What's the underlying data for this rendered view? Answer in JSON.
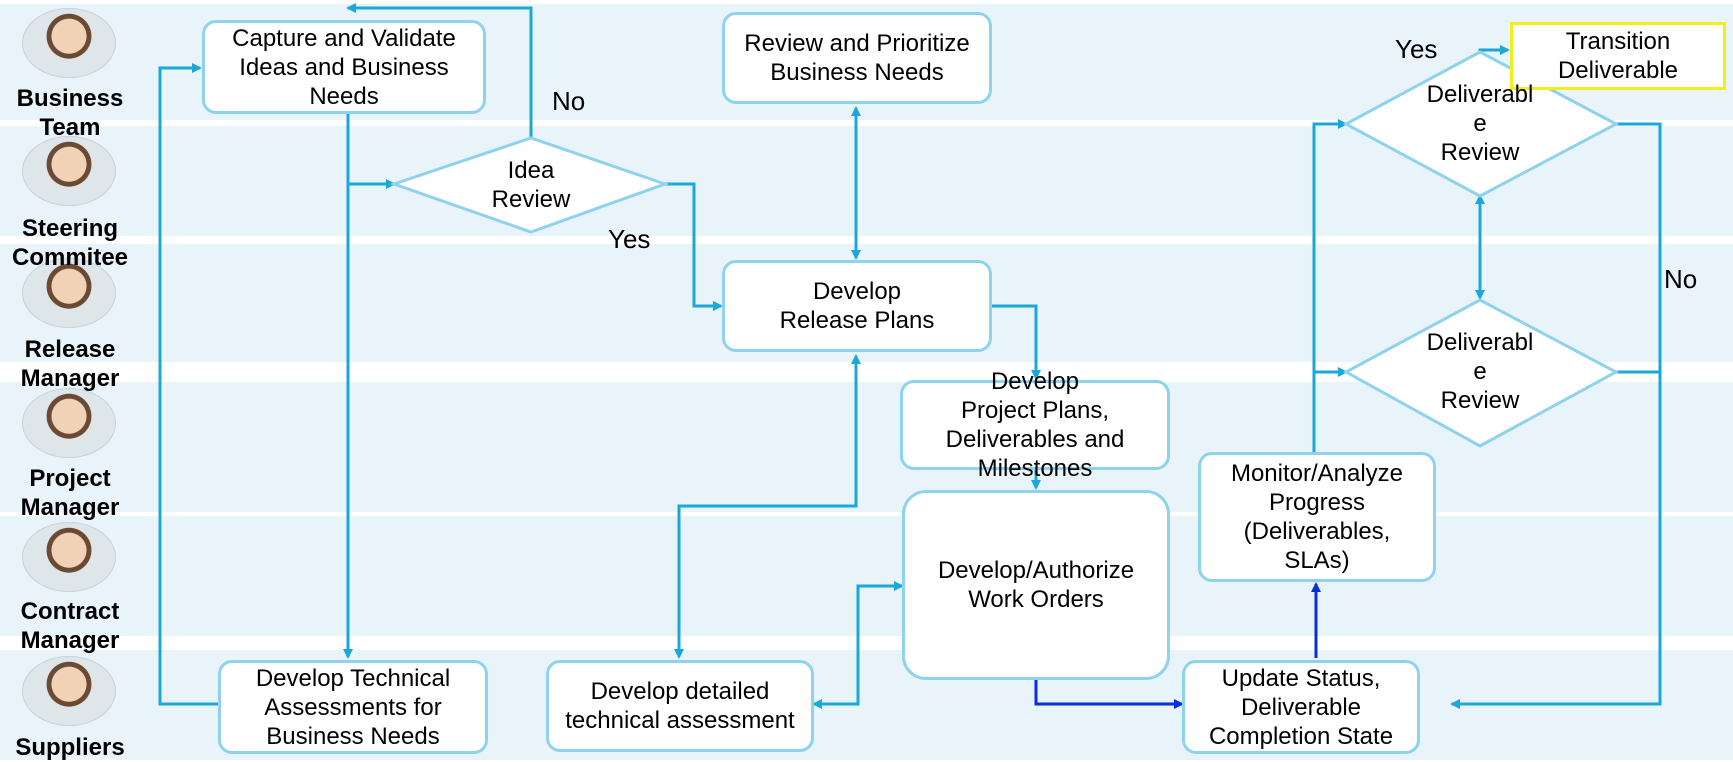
{
  "lanes": [
    {
      "label": "Business\nTeam"
    },
    {
      "label": "Steering\nCommitee"
    },
    {
      "label": "Release\nManager"
    },
    {
      "label": "Project\nManager"
    },
    {
      "label": "Contract\nManager"
    },
    {
      "label": "Suppliers"
    }
  ],
  "boxes": {
    "capture": "Capture and Validate\nIdeas and Business\nNeeds",
    "review_prioritize": "Review and Prioritize\nBusiness Needs",
    "release_plans": "Develop\nRelease Plans",
    "project_plans": "Develop\nProject Plans,\nDeliverables and\nMilestones",
    "work_orders": "Develop/Authorize\nWork Orders",
    "monitor": "Monitor/Analyze\nProgress\n(Deliverables,\nSLAs)",
    "tech_assess": "Develop Technical\nAssessments for\nBusiness Needs",
    "detailed_assess": "Develop detailed\ntechnical assessment",
    "update_status": "Update Status,\nDeliverable\nCompletion State",
    "transition": "Transition\nDeliverable"
  },
  "diamonds": {
    "idea_review": "Idea\nReview",
    "deliverable_review_top": "Deliverabl\ne\nReview",
    "deliverable_review_bottom": "Deliverabl\ne\nReview"
  },
  "labels": {
    "no_idea": "No",
    "yes_idea": "Yes",
    "yes_deliverable": "Yes",
    "no_deliverable": "No"
  },
  "colors": {
    "lane_fill": "#e8f4fa",
    "box_border": "#8fd2ee",
    "connector": "#1ba8d6",
    "connector_dark": "#0a2fd8",
    "transition_border": "#f2ee1c"
  }
}
